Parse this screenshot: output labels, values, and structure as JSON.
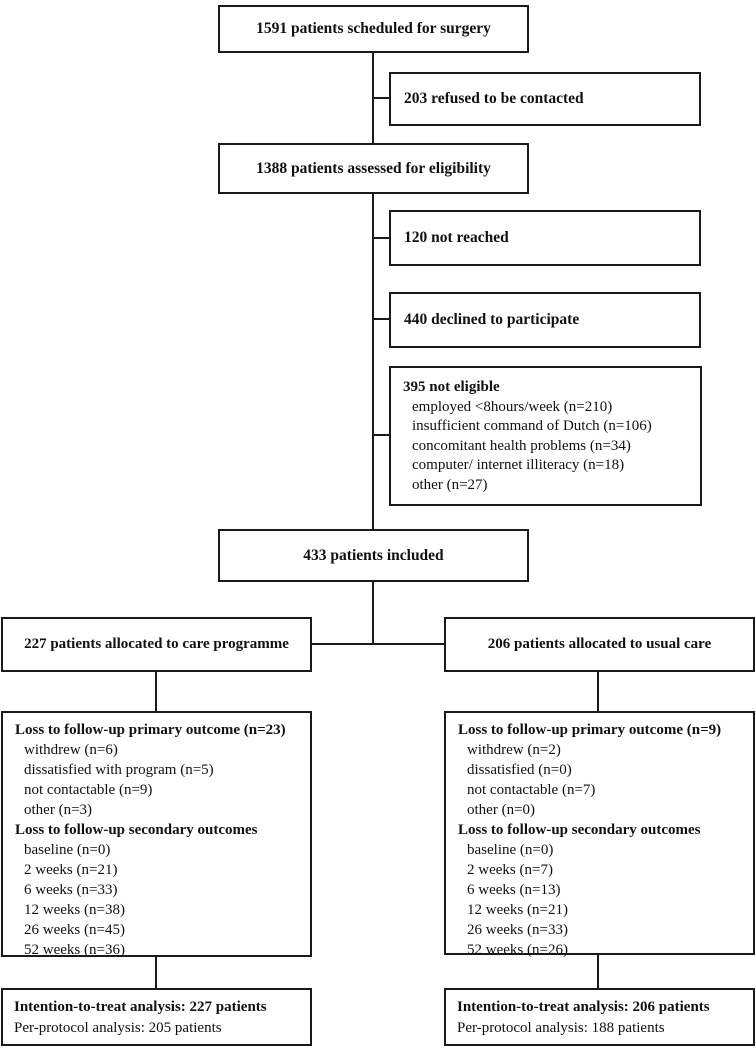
{
  "colors": {
    "line": "#1a1a1a",
    "text": "#111111",
    "box_background": "#ffffff"
  },
  "flowchart": {
    "scheduled": "1591 patients scheduled for surgery",
    "refused": "203 refused to be contacted",
    "assessed": "1388 patients assessed for eligibility",
    "not_reached": "120 not reached",
    "declined": "440 declined to participate",
    "not_eligible": {
      "title": "395 not eligible",
      "items": [
        "employed <8hours/week (n=210)",
        "insufficient command of Dutch (n=106)",
        "concomitant health problems (n=34)",
        "computer/ internet illiteracy (n=18)",
        "other (n=27)"
      ]
    },
    "included": "433 patients included",
    "allocation_left": "227 patients allocated to care programme",
    "allocation_right": "206 patients allocated to usual care",
    "loss_left": {
      "primary_title": "Loss to follow-up primary outcome (n=23)",
      "primary_items": [
        "withdrew (n=6)",
        "dissatisfied with program (n=5)",
        "not contactable (n=9)",
        "other (n=3)"
      ],
      "secondary_title": "Loss to follow-up secondary outcomes",
      "secondary_items": [
        "baseline (n=0)",
        "2 weeks (n=21)",
        "6 weeks (n=33)",
        "12 weeks (n=38)",
        "26 weeks (n=45)",
        "52 weeks (n=36)"
      ]
    },
    "loss_right": {
      "primary_title": "Loss to follow-up primary outcome (n=9)",
      "primary_items": [
        "withdrew (n=2)",
        "dissatisfied (n=0)",
        "not contactable (n=7)",
        "other (n=0)"
      ],
      "secondary_title": "Loss to follow-up secondary outcomes",
      "secondary_items": [
        "baseline (n=0)",
        "2 weeks (n=7)",
        "6 weeks (n=13)",
        "12 weeks (n=21)",
        "26 weeks (n=33)",
        "52 weeks (n=26)"
      ]
    },
    "analysis_left": {
      "itt": "Intention-to-treat analysis: 227 patients",
      "pp": "Per-protocol analysis: 205 patients"
    },
    "analysis_right": {
      "itt": "Intention-to-treat analysis: 206 patients",
      "pp": "Per-protocol analysis: 188 patients"
    }
  }
}
